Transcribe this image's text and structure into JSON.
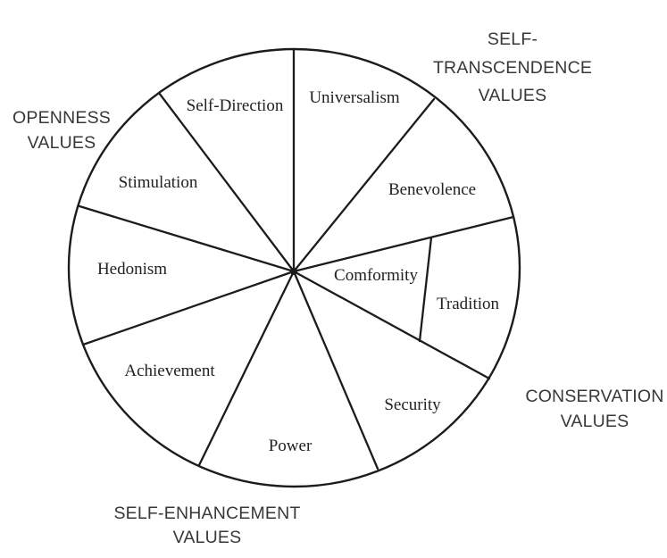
{
  "diagram": {
    "type": "circular-values-wheel",
    "background_color": "#ffffff",
    "line_color": "#1c1c1c",
    "wedge_label_color": "#222222",
    "group_label_color": "#383838",
    "wedges": [
      {
        "label": "Universalism"
      },
      {
        "label": "Benevolence"
      },
      {
        "label": "Comformity"
      },
      {
        "label": "Tradition"
      },
      {
        "label": "Security"
      },
      {
        "label": "Power"
      },
      {
        "label": "Achievement"
      },
      {
        "label": "Hedonism"
      },
      {
        "label": "Stimulation"
      },
      {
        "label": "Self-Direction"
      }
    ],
    "groups": [
      {
        "name": "self-transcendence",
        "lines": [
          "SELF-",
          "TRANSCENDENCE",
          "VALUES"
        ]
      },
      {
        "name": "openness",
        "lines": [
          "OPENNESS",
          "VALUES"
        ]
      },
      {
        "name": "conservation",
        "lines": [
          "CONSERVATION",
          "VALUES"
        ]
      },
      {
        "name": "self-enhancement",
        "lines": [
          "SELF-ENHANCEMENT",
          "VALUES"
        ]
      }
    ]
  }
}
